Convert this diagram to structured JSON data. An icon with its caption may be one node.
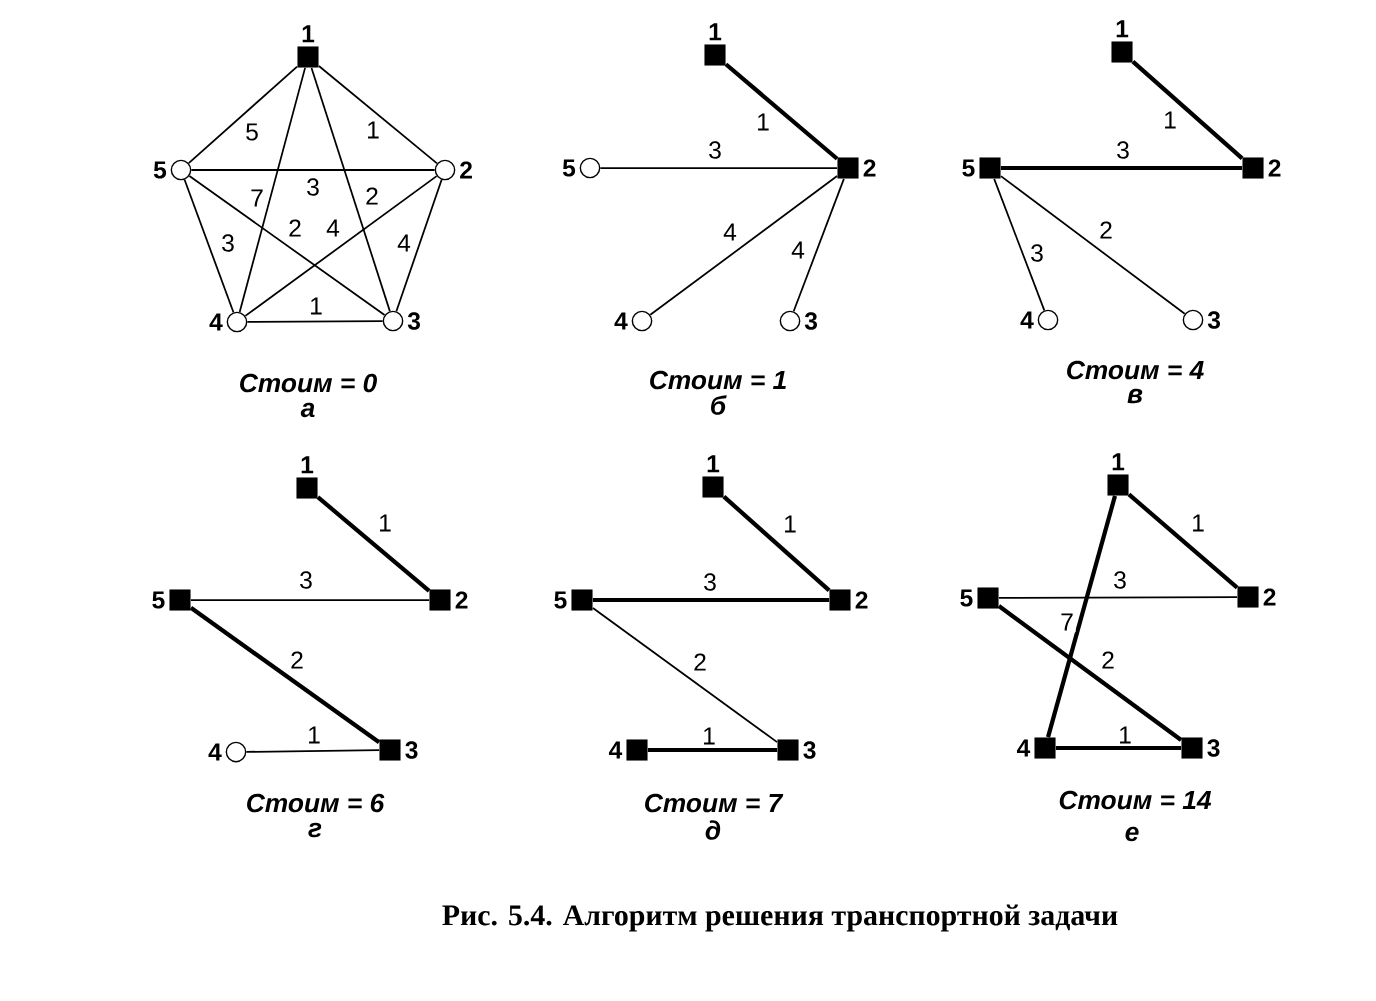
{
  "diagram": {
    "caption": "Рис. 5.4. Алгоритм решения транспортной задачи",
    "nodes": [
      {
        "text": [],
        "shape": "box",
        "beside": [
          "1"
        ]
      },
      {
        "text": [],
        "shape": "circle",
        "beside": [
          "2"
        ]
      },
      {
        "text": [],
        "shape": "circle",
        "beside": [
          "3"
        ]
      },
      {
        "text": [],
        "shape": "circle",
        "beside": [
          "4"
        ]
      },
      {
        "text": [],
        "shape": "circle",
        "beside": [
          "5"
        ]
      },
      {
        "text": [],
        "shape": "box",
        "beside": [
          "1"
        ]
      },
      {
        "text": [],
        "shape": "box",
        "beside": [
          "2"
        ]
      },
      {
        "text": [],
        "shape": "circle",
        "beside": [
          "3"
        ]
      },
      {
        "text": [],
        "shape": "circle",
        "beside": [
          "4"
        ]
      },
      {
        "text": [],
        "shape": "circle",
        "beside": [
          "5"
        ]
      },
      {
        "text": [],
        "shape": "box",
        "beside": [
          "1"
        ]
      },
      {
        "text": [],
        "shape": "box",
        "beside": [
          "2"
        ]
      },
      {
        "text": [],
        "shape": "circle",
        "beside": [
          "3"
        ]
      },
      {
        "text": [],
        "shape": "circle",
        "beside": [
          "4"
        ]
      },
      {
        "text": [],
        "shape": "box",
        "beside": [
          "5"
        ]
      },
      {
        "text": [],
        "shape": "box",
        "beside": [
          "1"
        ]
      },
      {
        "text": [],
        "shape": "box",
        "beside": [
          "2"
        ]
      },
      {
        "text": [],
        "shape": "box",
        "beside": [
          "3"
        ]
      },
      {
        "text": [],
        "shape": "circle",
        "beside": [
          "4"
        ]
      },
      {
        "text": [],
        "shape": "box",
        "beside": [
          "5"
        ]
      },
      {
        "text": [],
        "shape": "box",
        "beside": [
          "1"
        ]
      },
      {
        "text": [],
        "shape": "box",
        "beside": [
          "2"
        ]
      },
      {
        "text": [],
        "shape": "box",
        "beside": [
          "3"
        ]
      },
      {
        "text": [],
        "shape": "box",
        "beside": [
          "4"
        ]
      },
      {
        "text": [],
        "shape": "box",
        "beside": [
          "5"
        ]
      },
      {
        "text": [],
        "shape": "box",
        "beside": [
          "1"
        ]
      },
      {
        "text": [],
        "shape": "box",
        "beside": [
          "2"
        ]
      },
      {
        "text": [],
        "shape": "box",
        "beside": [
          "3"
        ]
      },
      {
        "text": [],
        "shape": "box",
        "beside": [
          "4"
        ]
      },
      {
        "text": [],
        "shape": "box",
        "beside": [
          "5"
        ]
      }
    ],
    "edges": [
      {
        "from": 0,
        "to": 1,
        "arrow": "none",
        "label": "1"
      },
      {
        "from": 0,
        "to": 4,
        "arrow": "none",
        "label": "5"
      },
      {
        "from": 4,
        "to": 1,
        "arrow": "none",
        "label": "3"
      },
      {
        "from": 0,
        "to": 3,
        "arrow": "none",
        "label": "7"
      },
      {
        "from": 0,
        "to": 2,
        "arrow": "none",
        "label": "2"
      },
      {
        "from": 4,
        "to": 3,
        "arrow": "none",
        "label": "3"
      },
      {
        "from": 1,
        "to": 2,
        "arrow": "none",
        "label": "4"
      },
      {
        "from": 3,
        "to": 2,
        "arrow": "none",
        "label": "1"
      },
      {
        "from": 4,
        "to": 2,
        "arrow": "none",
        "label": "2"
      },
      {
        "from": 3,
        "to": 1,
        "arrow": "none",
        "label": "4"
      },
      {
        "from": 5,
        "to": 6,
        "arrow": "none",
        "label": "1",
        "style": "thick"
      },
      {
        "from": 9,
        "to": 6,
        "arrow": "none",
        "label": "3"
      },
      {
        "from": 8,
        "to": 6,
        "arrow": "none",
        "label": "4"
      },
      {
        "from": 7,
        "to": 6,
        "arrow": "none",
        "label": "4"
      },
      {
        "from": 10,
        "to": 11,
        "arrow": "none",
        "label": "1",
        "style": "thick"
      },
      {
        "from": 14,
        "to": 11,
        "arrow": "none",
        "label": "3",
        "style": "thick"
      },
      {
        "from": 14,
        "to": 13,
        "arrow": "none",
        "label": "3"
      },
      {
        "from": 14,
        "to": 12,
        "arrow": "none",
        "label": "2"
      },
      {
        "from": 15,
        "to": 16,
        "arrow": "none",
        "label": "1",
        "style": "thick"
      },
      {
        "from": 19,
        "to": 16,
        "arrow": "none",
        "label": "3"
      },
      {
        "from": 19,
        "to": 17,
        "arrow": "none",
        "label": "2",
        "style": "thick"
      },
      {
        "from": 18,
        "to": 17,
        "arrow": "none",
        "label": "1"
      },
      {
        "from": 20,
        "to": 21,
        "arrow": "none",
        "label": "1",
        "style": "thick"
      },
      {
        "from": 24,
        "to": 21,
        "arrow": "none",
        "label": "3",
        "style": "thick"
      },
      {
        "from": 24,
        "to": 22,
        "arrow": "none",
        "label": "2"
      },
      {
        "from": 23,
        "to": 22,
        "arrow": "none",
        "label": "1",
        "style": "thick"
      },
      {
        "from": 25,
        "to": 26,
        "arrow": "none",
        "label": "1",
        "style": "thick"
      },
      {
        "from": 29,
        "to": 26,
        "arrow": "none",
        "label": "3"
      },
      {
        "from": 25,
        "to": 28,
        "arrow": "none",
        "label": "7",
        "style": "thick"
      },
      {
        "from": 29,
        "to": 27,
        "arrow": "none",
        "label": "2",
        "style": "thick"
      },
      {
        "from": 28,
        "to": 27,
        "arrow": "none",
        "label": "1",
        "style": "thick"
      }
    ],
    "labels": [
      "Стоим = 0",
      "а",
      "Стоим = 1",
      "б",
      "Стоим = 4",
      "в",
      "Стоим = 6",
      "г",
      "Стоим = 7",
      "д",
      "Стоим = 14",
      "е"
    ]
  }
}
